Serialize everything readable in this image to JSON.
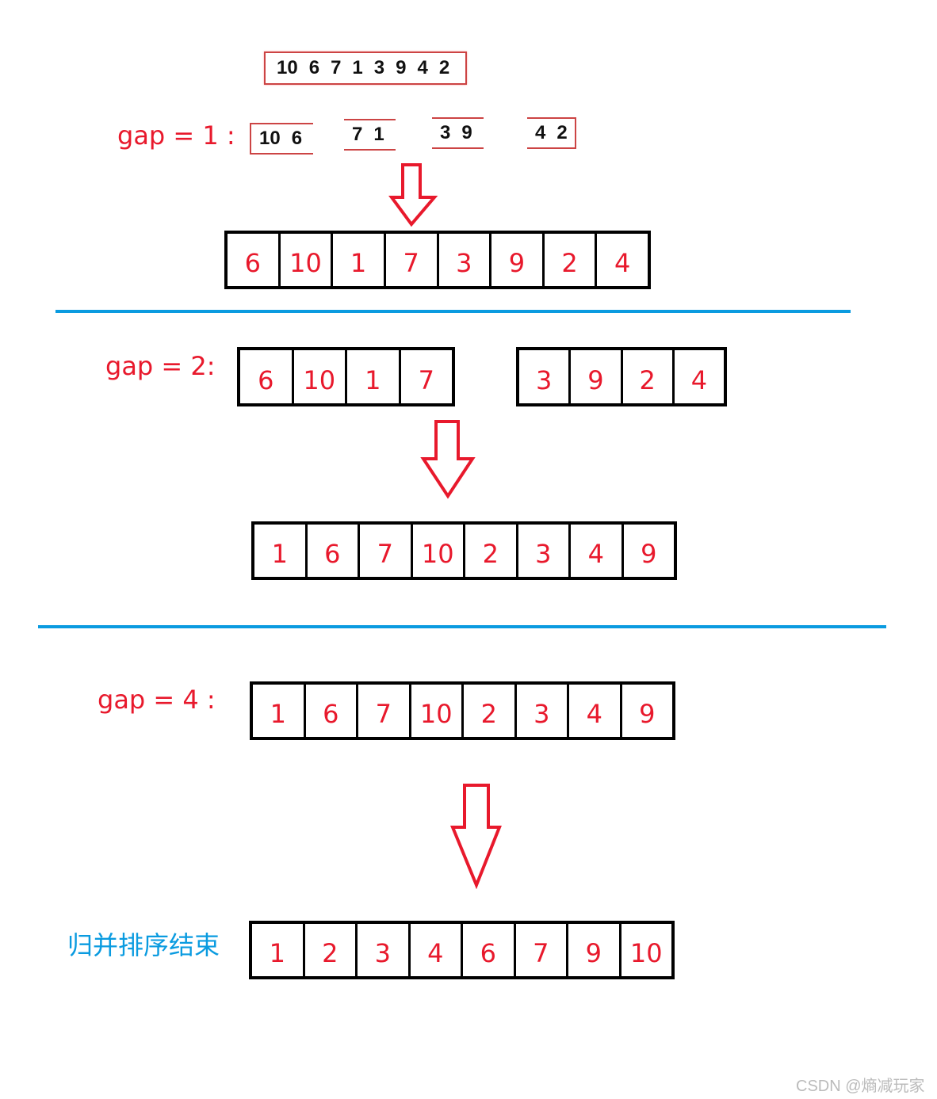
{
  "original": [
    "10",
    "6",
    "7",
    "1",
    "3",
    "9",
    "4",
    "2"
  ],
  "gap1": {
    "label": "gap = 1 :",
    "groups": [
      [
        "10",
        "6"
      ],
      [
        "7",
        "1"
      ],
      [
        "3",
        "9"
      ],
      [
        "4",
        "2"
      ]
    ],
    "result": [
      "6",
      "10",
      "1",
      "7",
      "3",
      "9",
      "2",
      "4"
    ]
  },
  "gap2": {
    "label": "gap = 2:",
    "left": [
      "6",
      "10",
      "1",
      "7"
    ],
    "right": [
      "3",
      "9",
      "2",
      "4"
    ],
    "result": [
      "1",
      "6",
      "7",
      "10",
      "2",
      "3",
      "4",
      "9"
    ]
  },
  "gap4": {
    "label": "gap = 4 :",
    "row": [
      "1",
      "6",
      "7",
      "10",
      "2",
      "3",
      "4",
      "9"
    ],
    "result": [
      "1",
      "2",
      "3",
      "4",
      "6",
      "7",
      "9",
      "10"
    ]
  },
  "final_label": "归并排序结束",
  "watermark": "CSDN @熵减玩家",
  "colors": {
    "red": "#e8192c",
    "blue": "#0a9be0"
  }
}
